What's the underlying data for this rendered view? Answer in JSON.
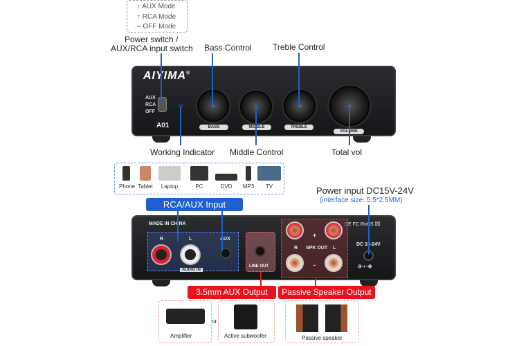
{
  "modes": [
    {
      "icon": "arrow-up-icon",
      "label": "AUX Mode"
    },
    {
      "icon": "arrow-up-icon",
      "label": "RCA Mode"
    },
    {
      "icon": "dash-icon",
      "label": "OFF Mode"
    }
  ],
  "callouts": {
    "power_switch_1": "Power switch /",
    "power_switch_2": "AUX/RCA input switch",
    "bass": "Bass Control",
    "treble": "Treble Control",
    "indicator": "Working Indicator",
    "middle": "Middle Control",
    "volume": "Total vol",
    "power_input": "Power input DC15V-24V",
    "interface_size": "(interface size: 5.5*2.5MM)"
  },
  "front": {
    "brand": "AIYIMA",
    "reg": "®",
    "model": "A01",
    "switch_labels": [
      "AUX",
      "RCA",
      "OFF"
    ],
    "knobs": [
      "BASS",
      "MIDDLE",
      "TREBLE",
      "VOLUME"
    ]
  },
  "devices": [
    "Phone",
    "Tablet",
    "Laptop",
    "PC",
    "DVD",
    "MP3",
    "TV"
  ],
  "back": {
    "made_in": "MADE IN CHINA",
    "cert": "CE FC RoHS ⌧",
    "r": "R",
    "l": "L",
    "aux": "AUX",
    "audio_in": "AUDIO IN",
    "line_out": "LINE OUT",
    "plus": "+",
    "minus": "-",
    "spk_out": "SPK OUT",
    "spk_r": "R",
    "spk_l": "L",
    "dc": "DC 15-24V",
    "polarity": "⊖-◐-⊕"
  },
  "tags": {
    "input": "RCA/AUX Input",
    "aux_out": "3.5mm AUX Output",
    "spk_out": "Passive Speaker Output"
  },
  "outputs": {
    "amplifier": "Amplifier",
    "or": "or",
    "subwoofer": "Active subwoofer",
    "speaker": "Passive speaker"
  },
  "colors": {
    "blue": "#1f5fd0",
    "red": "#e8121d"
  }
}
